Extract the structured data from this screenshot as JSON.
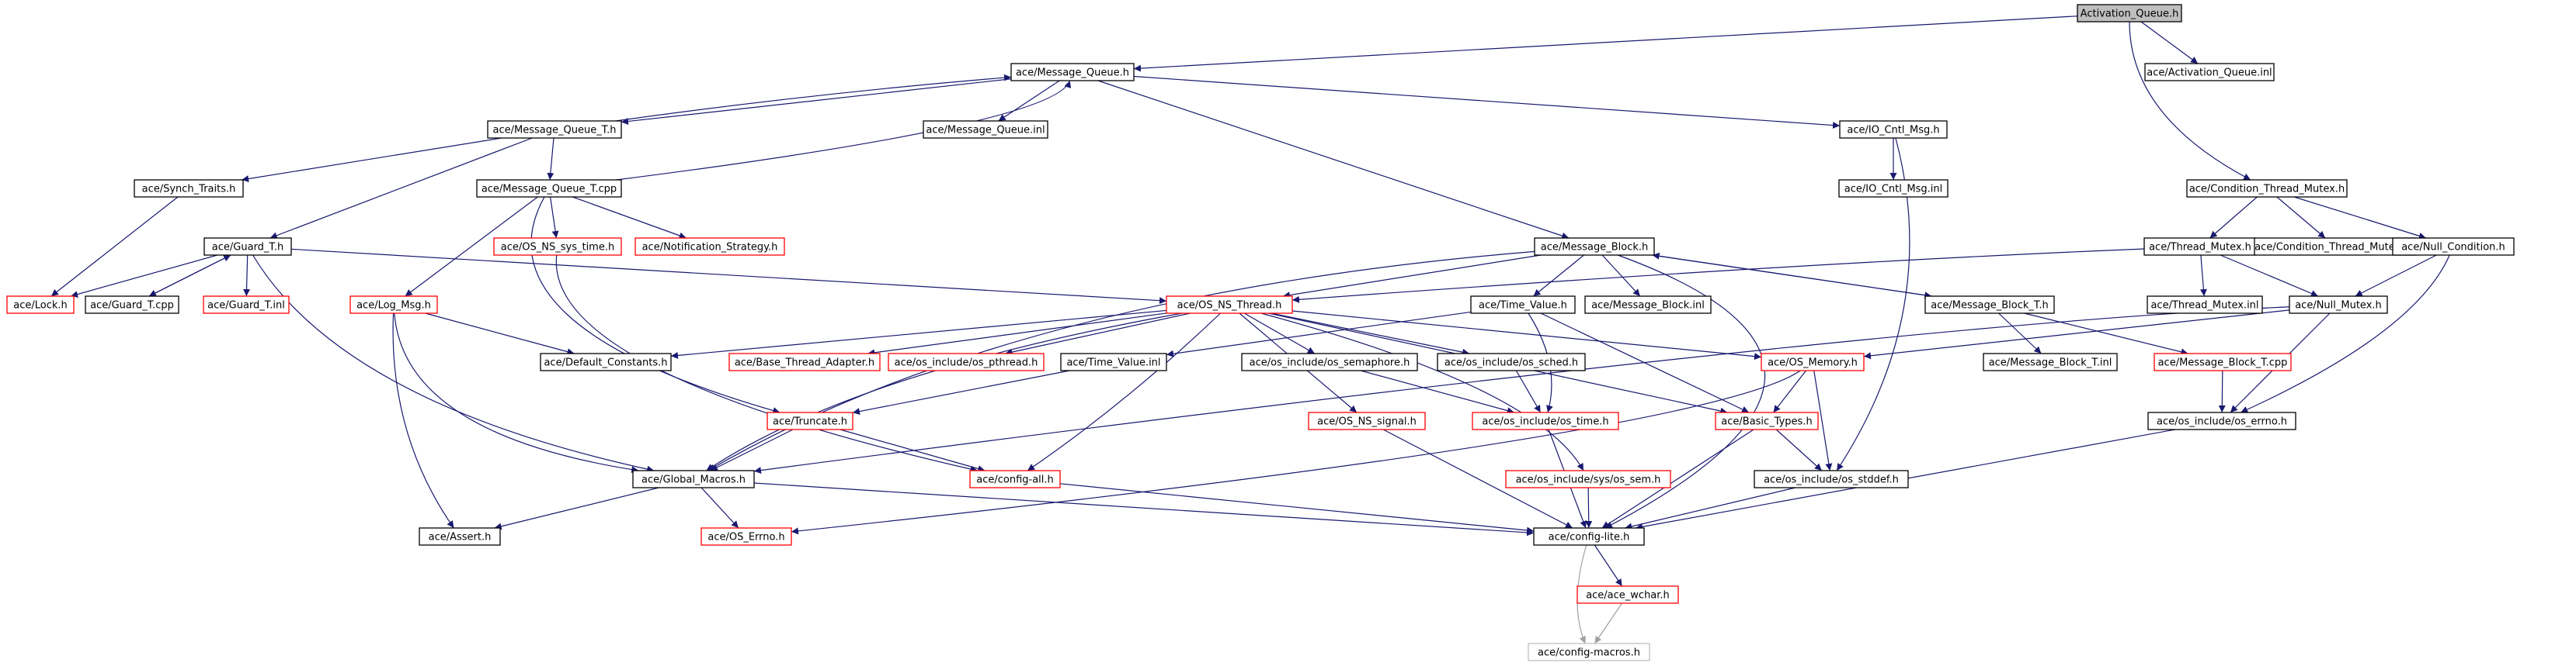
{
  "colors": {
    "edge": "#191970",
    "edge_light": "#a0a0a0",
    "border_documented": "#000000",
    "border_undocumented": "#ff0000",
    "border_external": "#bfbfbf",
    "root_fill": "#bfbfbf",
    "node_fill": "#ffffff"
  },
  "nodes": [
    {
      "id": "activation_queue_h",
      "label": "Activation_Queue.h",
      "kind": "root"
    },
    {
      "id": "message_queue_h",
      "label": "ace/Message_Queue.h",
      "kind": "doc"
    },
    {
      "id": "activation_queue_inl",
      "label": "ace/Activation_Queue.inl",
      "kind": "doc"
    },
    {
      "id": "message_queue_t_h",
      "label": "ace/Message_Queue_T.h",
      "kind": "doc"
    },
    {
      "id": "message_queue_inl",
      "label": "ace/Message_Queue.inl",
      "kind": "doc"
    },
    {
      "id": "io_cntl_msg_h",
      "label": "ace/IO_Cntl_Msg.h",
      "kind": "doc"
    },
    {
      "id": "synch_traits_h",
      "label": "ace/Synch_Traits.h",
      "kind": "doc"
    },
    {
      "id": "message_queue_t_cpp",
      "label": "ace/Message_Queue_T.cpp",
      "kind": "doc"
    },
    {
      "id": "io_cntl_msg_inl",
      "label": "ace/IO_Cntl_Msg.inl",
      "kind": "doc"
    },
    {
      "id": "condition_thread_mutex_h",
      "label": "ace/Condition_Thread_Mutex.h",
      "kind": "doc"
    },
    {
      "id": "guard_t_h",
      "label": "ace/Guard_T.h",
      "kind": "doc"
    },
    {
      "id": "os_ns_sys_time_h",
      "label": "ace/OS_NS_sys_time.h",
      "kind": "undoc"
    },
    {
      "id": "notification_strategy_h",
      "label": "ace/Notification_Strategy.h",
      "kind": "undoc"
    },
    {
      "id": "message_block_h",
      "label": "ace/Message_Block.h",
      "kind": "doc"
    },
    {
      "id": "thread_mutex_h",
      "label": "ace/Thread_Mutex.h",
      "kind": "doc"
    },
    {
      "id": "condition_thread_mutex_inl",
      "label": "ace/Condition_Thread_Mutex.inl",
      "kind": "doc"
    },
    {
      "id": "null_condition_h",
      "label": "ace/Null_Condition.h",
      "kind": "doc"
    },
    {
      "id": "lock_h",
      "label": "ace/Lock.h",
      "kind": "undoc"
    },
    {
      "id": "guard_t_cpp",
      "label": "ace/Guard_T.cpp",
      "kind": "doc"
    },
    {
      "id": "guard_t_inl",
      "label": "ace/Guard_T.inl",
      "kind": "undoc"
    },
    {
      "id": "log_msg_h",
      "label": "ace/Log_Msg.h",
      "kind": "undoc"
    },
    {
      "id": "os_ns_thread_h",
      "label": "ace/OS_NS_Thread.h",
      "kind": "undoc"
    },
    {
      "id": "time_value_h",
      "label": "ace/Time_Value.h",
      "kind": "doc"
    },
    {
      "id": "message_block_inl",
      "label": "ace/Message_Block.inl",
      "kind": "doc"
    },
    {
      "id": "message_block_t_h",
      "label": "ace/Message_Block_T.h",
      "kind": "doc"
    },
    {
      "id": "thread_mutex_inl",
      "label": "ace/Thread_Mutex.inl",
      "kind": "doc"
    },
    {
      "id": "null_mutex_h",
      "label": "ace/Null_Mutex.h",
      "kind": "doc"
    },
    {
      "id": "default_constants_h",
      "label": "ace/Default_Constants.h",
      "kind": "doc"
    },
    {
      "id": "base_thread_adapter_h",
      "label": "ace/Base_Thread_Adapter.h",
      "kind": "undoc"
    },
    {
      "id": "os_include_os_pthread_h",
      "label": "ace/os_include/os_pthread.h",
      "kind": "undoc"
    },
    {
      "id": "time_value_inl",
      "label": "ace/Time_Value.inl",
      "kind": "doc"
    },
    {
      "id": "os_include_os_semaphore_h",
      "label": "ace/os_include/os_semaphore.h",
      "kind": "doc"
    },
    {
      "id": "os_include_os_sched_h",
      "label": "ace/os_include/os_sched.h",
      "kind": "doc"
    },
    {
      "id": "os_memory_h",
      "label": "ace/OS_Memory.h",
      "kind": "undoc"
    },
    {
      "id": "message_block_t_inl",
      "label": "ace/Message_Block_T.inl",
      "kind": "doc"
    },
    {
      "id": "message_block_t_cpp",
      "label": "ace/Message_Block_T.cpp",
      "kind": "undoc"
    },
    {
      "id": "truncate_h",
      "label": "ace/Truncate.h",
      "kind": "undoc"
    },
    {
      "id": "os_ns_signal_h",
      "label": "ace/OS_NS_signal.h",
      "kind": "undoc"
    },
    {
      "id": "os_include_os_time_h",
      "label": "ace/os_include/os_time.h",
      "kind": "undoc"
    },
    {
      "id": "basic_types_h",
      "label": "ace/Basic_Types.h",
      "kind": "undoc"
    },
    {
      "id": "os_include_os_errno_h",
      "label": "ace/os_include/os_errno.h",
      "kind": "doc"
    },
    {
      "id": "global_macros_h",
      "label": "ace/Global_Macros.h",
      "kind": "doc"
    },
    {
      "id": "config_all_h",
      "label": "ace/config-all.h",
      "kind": "undoc"
    },
    {
      "id": "os_include_sys_os_sem_h",
      "label": "ace/os_include/sys/os_sem.h",
      "kind": "undoc"
    },
    {
      "id": "os_include_os_stddef_h",
      "label": "ace/os_include/os_stddef.h",
      "kind": "doc"
    },
    {
      "id": "assert_h",
      "label": "ace/Assert.h",
      "kind": "doc"
    },
    {
      "id": "os_errno_h",
      "label": "ace/OS_Errno.h",
      "kind": "undoc"
    },
    {
      "id": "config_lite_h",
      "label": "ace/config-lite.h",
      "kind": "doc"
    },
    {
      "id": "ace_wchar_h",
      "label": "ace/ace_wchar.h",
      "kind": "undoc"
    },
    {
      "id": "config_macros_h",
      "label": "ace/config-macros.h",
      "kind": "ext"
    }
  ]
}
